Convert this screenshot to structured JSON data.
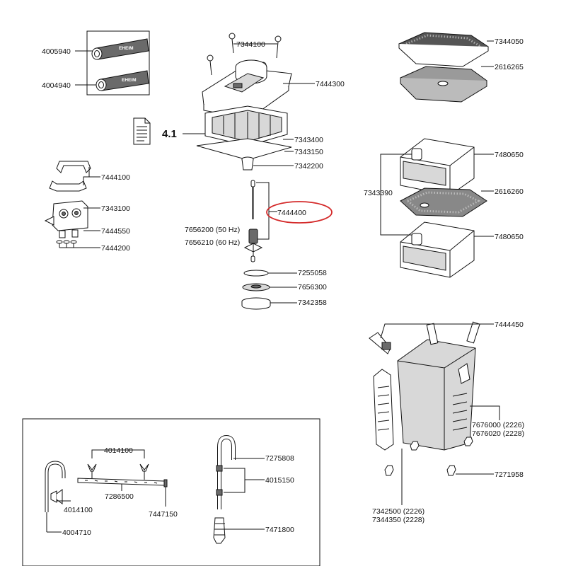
{
  "callout_reference": "4.1",
  "part_numbers": {
    "p4005940": "4005940",
    "p4004940": "4004940",
    "p7344100": "7344100",
    "p7444300": "7444300",
    "p7343400": "7343400",
    "p7343150": "7343150",
    "p7342200": "7342200",
    "p7444100": "7444100",
    "p7343100": "7343100",
    "p7444550": "7444550",
    "p7444200": "7444200",
    "p7444400": "7444400",
    "p7656200": "7656200 (50 Hz)",
    "p7656210": "7656210 (60 Hz)",
    "p7255058": "7255058",
    "p7656300": "7656300",
    "p7342358": "7342358",
    "p7344050": "7344050",
    "p2616265": "2616265",
    "p7480650a": "7480650",
    "p7343390": "7343390",
    "p2616260": "2616260",
    "p7480650b": "7480650",
    "p7444450": "7444450",
    "p7676000": "7676000 (2226)",
    "p7676020": "7676020 (2228)",
    "p7271958": "7271958",
    "p7342500": "7342500 (2226)",
    "p7344350": "7344350 (2228)",
    "p4014100a": "4014100",
    "p7275808": "7275808",
    "p4015150": "4015150",
    "p7286500": "7286500",
    "p4014100b": "4014100",
    "p7447150": "7447150",
    "p4004710": "4004710",
    "p7471800": "7471800"
  },
  "tube_brand": "EHEIM",
  "highlight": {
    "part": "7444400",
    "color": "#d42a2a"
  },
  "icons": [
    "document-icon"
  ]
}
